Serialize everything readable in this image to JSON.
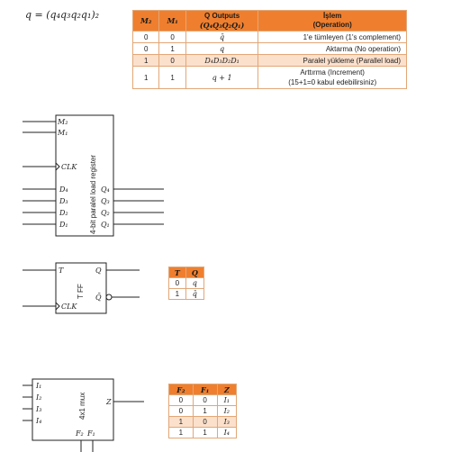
{
  "formula": "q = (q₄q₃q₂q₁)₂",
  "main_table": {
    "headers": {
      "m2": "M₂",
      "m1": "M₁",
      "outputs_line1": "Q Outputs",
      "outputs_line2": "(Q₄Q₃Q₂Q₁)",
      "islem_line1": "İşlem",
      "islem_line2": "(Operation)"
    },
    "rows": [
      {
        "m2": "0",
        "m1": "0",
        "out": "q̄",
        "op": "1'e tümleyen (1's complement)"
      },
      {
        "m2": "0",
        "m1": "1",
        "out": "q",
        "op": "Aktarma (No operation)"
      },
      {
        "m2": "1",
        "m1": "0",
        "out": "D₄D₃D₂D₁",
        "op": "Paralel yükleme (Parallel load)"
      },
      {
        "m2": "1",
        "m1": "1",
        "out": "q + 1",
        "op": "Arttırma (Increment)",
        "op2": "(15+1=0 kabul edebilirsiniz)"
      }
    ]
  },
  "register": {
    "title": "4-bit paralel load register",
    "inputs": [
      "M₂",
      "M₁",
      "CLK",
      "D₄",
      "D₃",
      "D₂",
      "D₁"
    ],
    "outputs": [
      "Q₄",
      "Q₃",
      "Q₂",
      "Q₁"
    ]
  },
  "tff": {
    "title": "T FF",
    "t_label": "T",
    "clk_label": "CLK",
    "q_label": "Q",
    "qbar_label": "Q̄"
  },
  "tff_table": {
    "headers": [
      "T",
      "Q"
    ],
    "rows": [
      [
        "0",
        "q"
      ],
      [
        "1",
        "q̄"
      ]
    ]
  },
  "mux": {
    "title": "4x1 mux",
    "inputs": [
      "I₁",
      "I₂",
      "I₃",
      "I₄"
    ],
    "selects": [
      "F₂",
      "F₁"
    ],
    "output": "Z"
  },
  "mux_table": {
    "headers": [
      "F₂",
      "F₁",
      "Z"
    ],
    "rows": [
      [
        "0",
        "0",
        "I₁"
      ],
      [
        "0",
        "1",
        "I₂"
      ],
      [
        "1",
        "0",
        "I₃"
      ],
      [
        "1",
        "1",
        "I₄"
      ]
    ]
  },
  "colors": {
    "header": "#ef7f2e",
    "row_alt": "#fbe0cc",
    "border": "#e2a777"
  }
}
